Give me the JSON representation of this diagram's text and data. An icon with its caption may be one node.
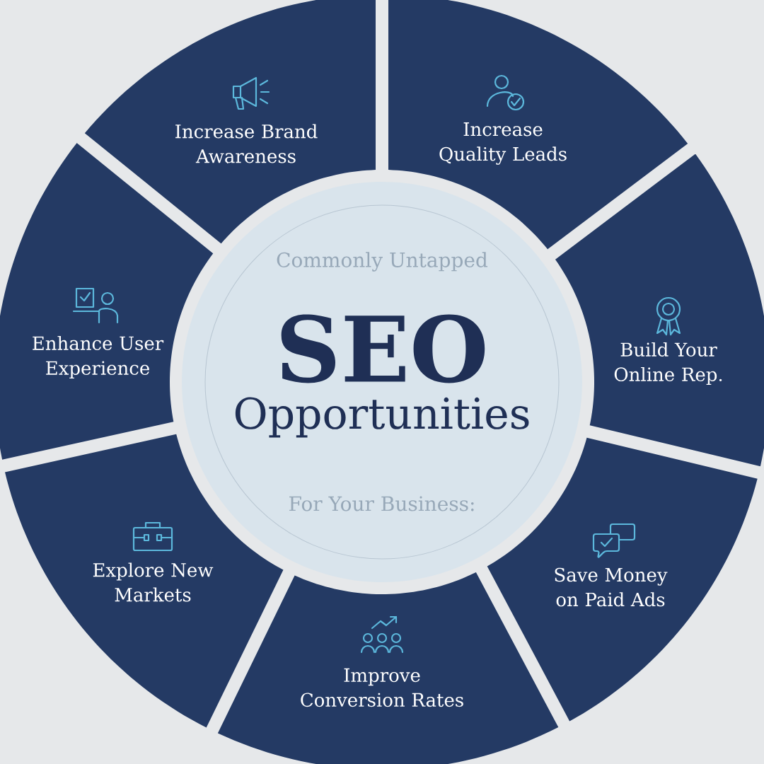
{
  "diagram": {
    "nodes": [
      {
        "text": [
          "Commonly Untapped",
          "SEO",
          "Opportunities",
          "For Your Business:"
        ]
      },
      {
        "text": [
          "Increase Brand Awareness"
        ]
      },
      {
        "text": [
          "Increase Quality Leads"
        ]
      },
      {
        "text": [
          "Build Your Online Rep."
        ]
      },
      {
        "text": [
          "Save Money on Paid Ads"
        ]
      },
      {
        "text": [
          "Improve Conversion Rates"
        ]
      },
      {
        "text": [
          "Explore New Markets"
        ]
      },
      {
        "text": [
          "Enhance User Experience"
        ]
      }
    ]
  }
}
